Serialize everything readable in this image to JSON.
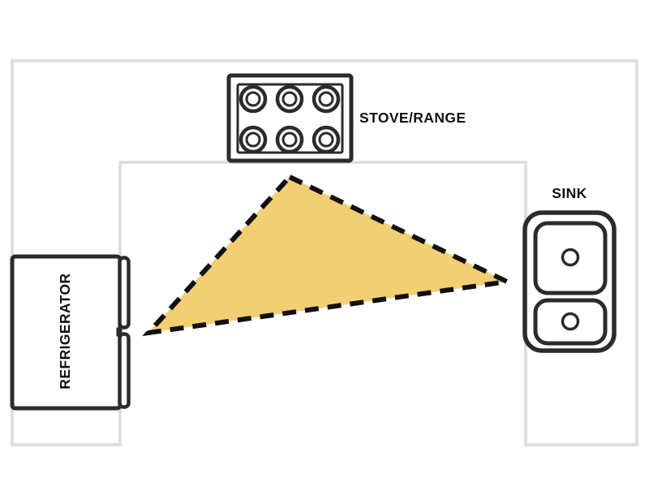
{
  "labels": {
    "stove": "STOVE/RANGE",
    "sink": "SINK",
    "refrigerator": "REFRIGERATOR"
  },
  "colors": {
    "background": "#FFFFFF",
    "counter_outline": "#DEDEDE",
    "triangle_fill": "#F2CF73",
    "triangle_stroke": "#111111",
    "appliance_stroke": "#2B2B2B",
    "label_text": "#111111"
  }
}
